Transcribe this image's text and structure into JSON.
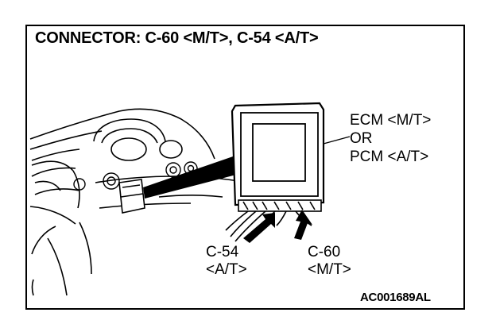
{
  "title": "CONNECTOR: C-60 <M/T>, C-54 <A/T>",
  "module_label": {
    "line1": "ECM <M/T>",
    "line2": "OR",
    "line3": "PCM <A/T>"
  },
  "connector_c54": {
    "id": "C-54",
    "transmission": "<A/T>"
  },
  "connector_c60": {
    "id": "C-60",
    "transmission": "<M/T>"
  },
  "figure_code": "AC001689AL",
  "colors": {
    "ink": "#000000",
    "paper": "#ffffff"
  }
}
